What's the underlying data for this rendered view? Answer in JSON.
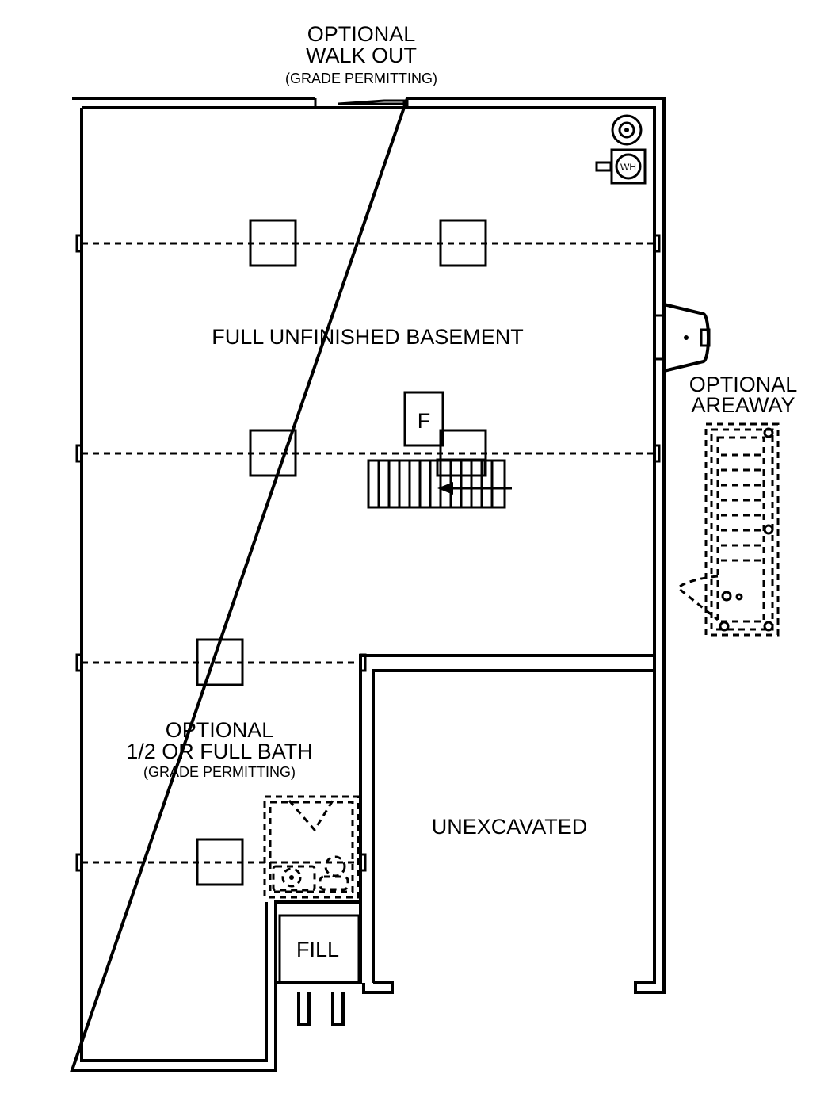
{
  "labels": {
    "walkout_line1": "OPTIONAL",
    "walkout_line2": "WALK OUT",
    "walkout_line3": "(GRADE PERMITTING)",
    "basement": "FULL UNFINISHED BASEMENT",
    "areaway_line1": "OPTIONAL",
    "areaway_line2": "AREAWAY",
    "furnace": "F",
    "water_heater": "WH",
    "bath_line1": "OPTIONAL",
    "bath_line2": "1/2 OR FULL BATH",
    "bath_line3": "(GRADE PERMITTING)",
    "unexcavated": "UNEXCAVATED",
    "fill": "FILL"
  },
  "colors": {
    "line": "#000000",
    "background": "#ffffff"
  }
}
